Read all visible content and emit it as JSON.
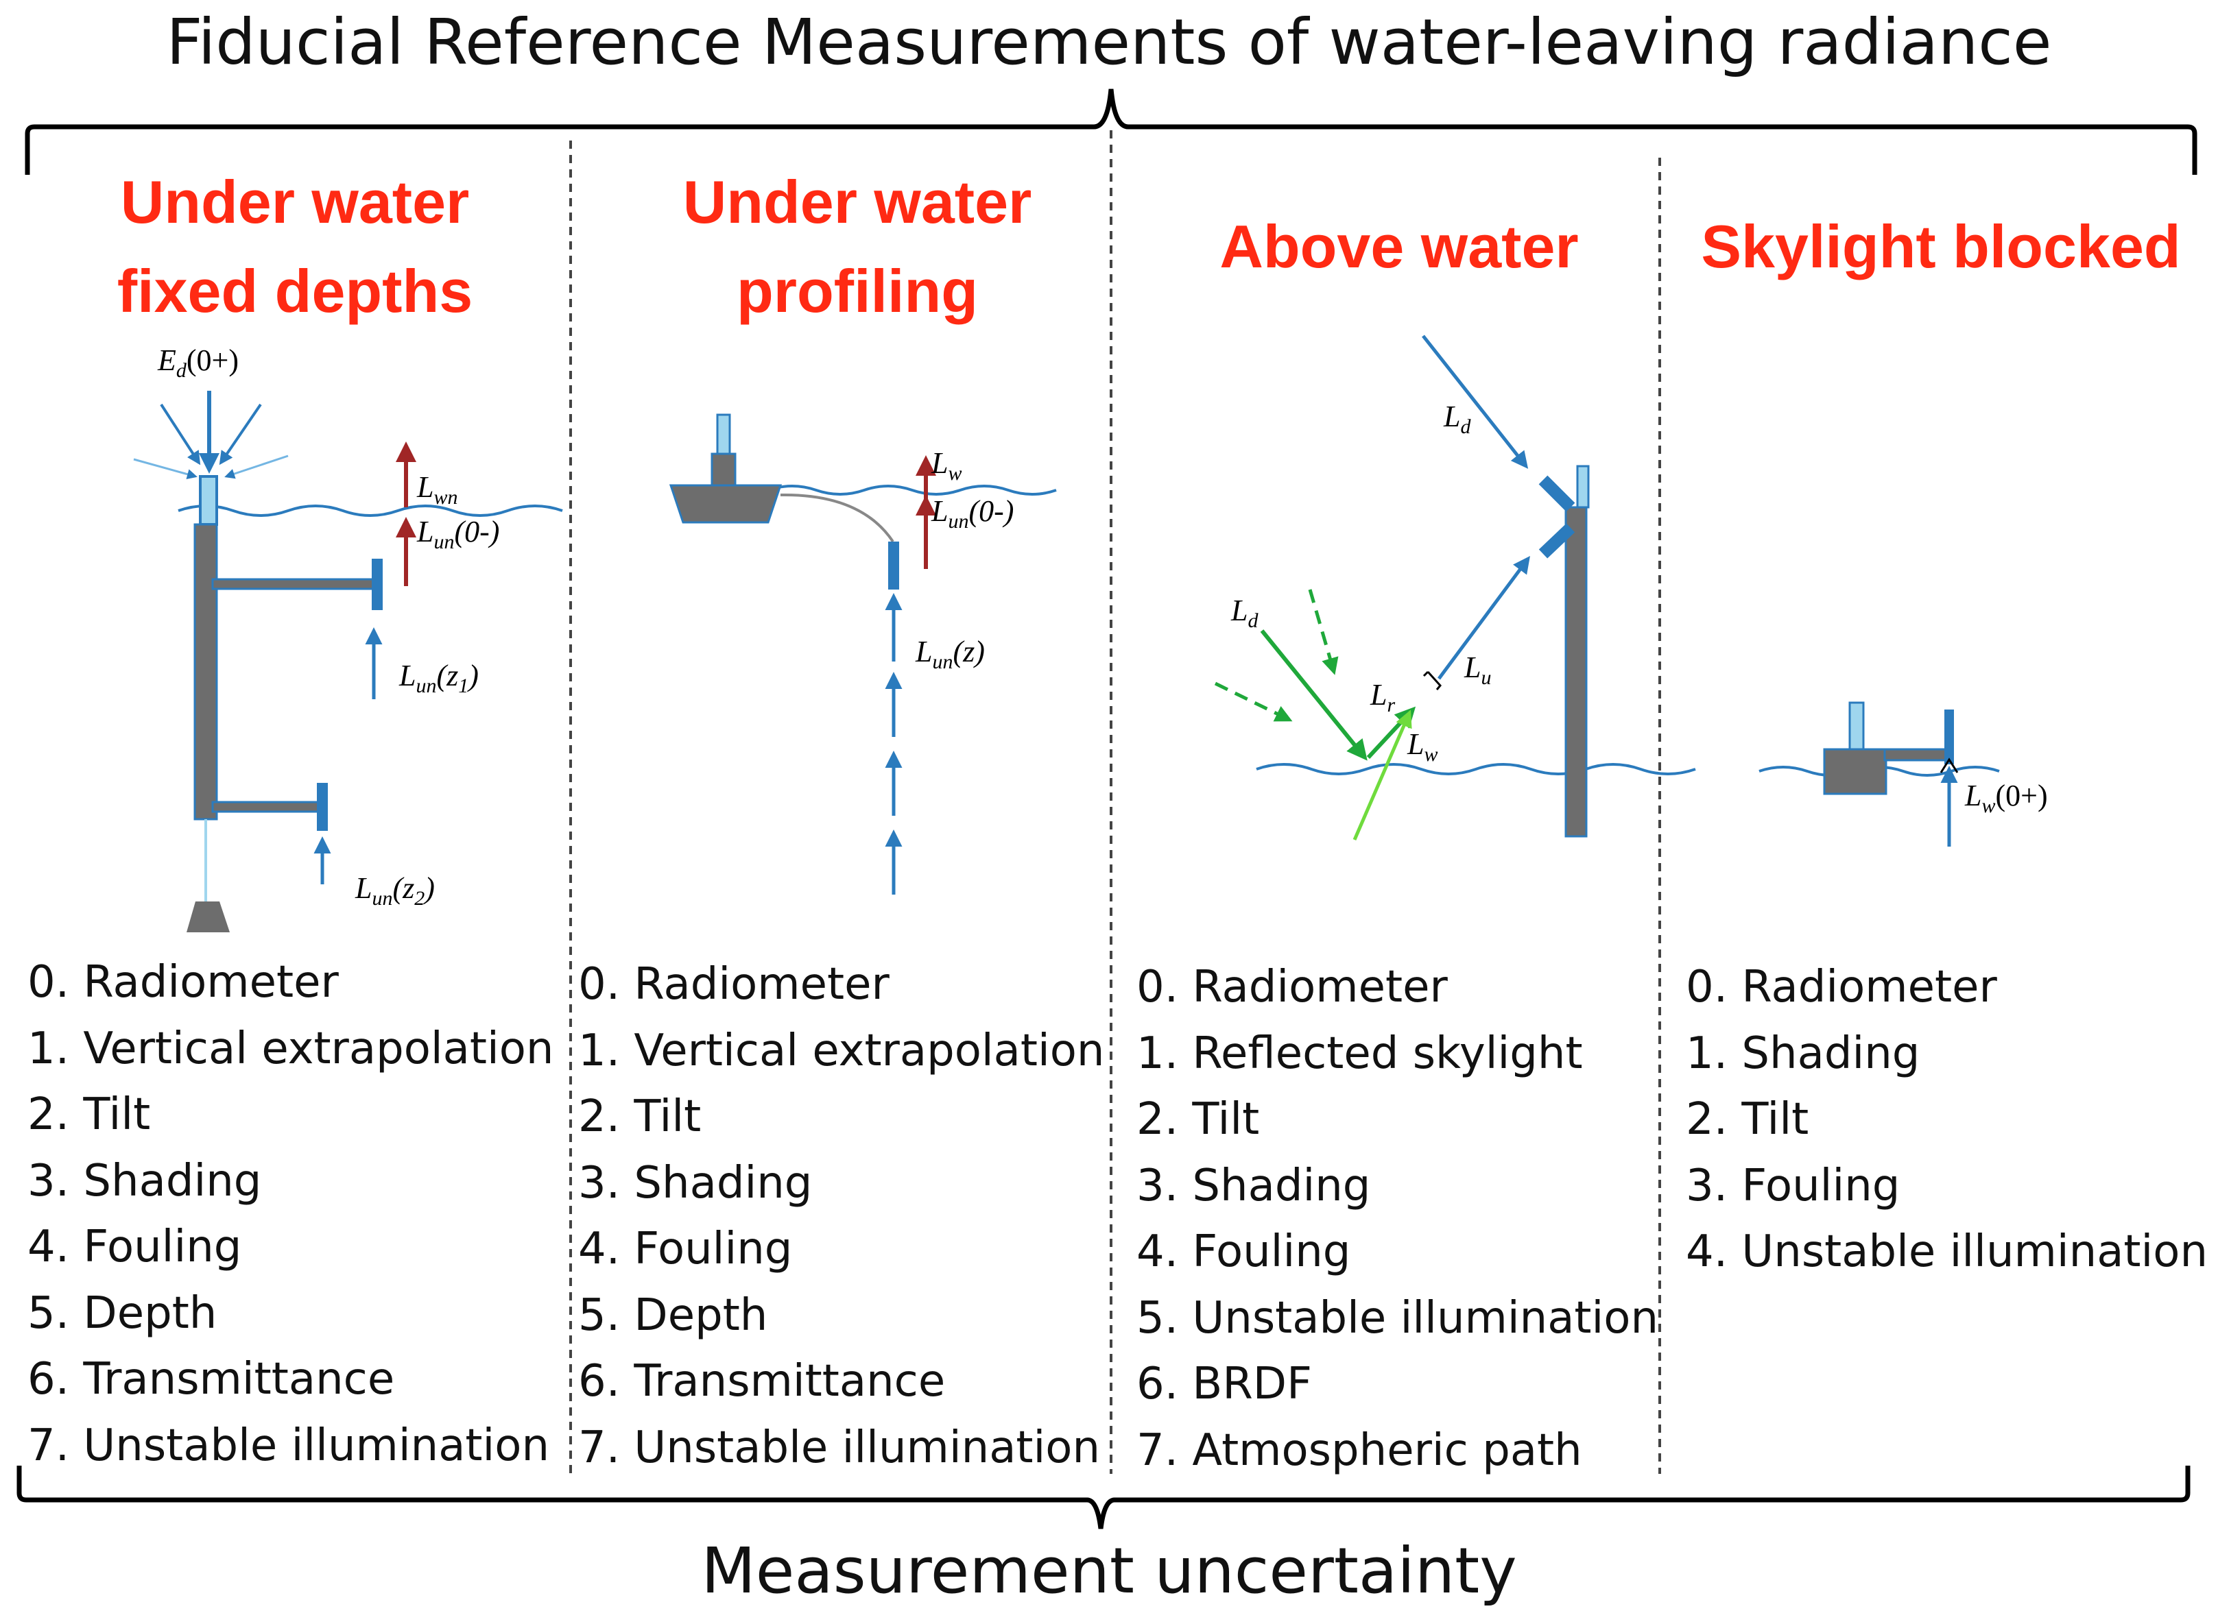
{
  "header": {
    "title": "Fiducial Reference Measurements of water-leaving radiance"
  },
  "footer": {
    "title": "Measurement uncertainty"
  },
  "columns": [
    {
      "title_lines": [
        "Under water",
        "fixed depths"
      ],
      "labels": {
        "ed": "E",
        "ed_sub": "d",
        "ed_suf": "(0+)",
        "lwn": "L",
        "lwn_sub": "wn",
        "lun0": "L",
        "lun0_sub": "un",
        "lun0_suf": "(0-)",
        "lunz1": "L",
        "lunz1_sub": "un",
        "lunz1_suf": "(z",
        "z1_sub": "1",
        "lunz1_close": ")",
        "lunz2": "L",
        "lunz2_sub": "un",
        "lunz2_suf": "(z",
        "z2_sub": "2",
        "lunz2_close": ")"
      },
      "items": [
        "0. Radiometer",
        "1. Vertical extrapolation",
        "2. Tilt",
        "3. Shading",
        "4. Fouling",
        "5. Depth",
        "6. Transmittance",
        "7. Unstable illumination"
      ]
    },
    {
      "title_lines": [
        "Under water",
        "profiling"
      ],
      "labels": {
        "lw": "L",
        "lw_sub": "w",
        "lun0": "L",
        "lun0_sub": "un",
        "lun0_suf": "(0-)",
        "lunz": "L",
        "lunz_sub": "un",
        "lunz_suf": "(z)"
      },
      "items": [
        "0. Radiometer",
        "1. Vertical extrapolation",
        "2. Tilt",
        "3. Shading",
        "4. Fouling",
        "5. Depth",
        "6. Transmittance",
        "7. Unstable illumination"
      ]
    },
    {
      "title_lines": [
        "Above water"
      ],
      "labels": {
        "ld_top": "L",
        "ld_top_sub": "d",
        "ld_left": "L",
        "ld_left_sub": "d",
        "lr": "L",
        "lr_sub": "r",
        "lu": "L",
        "lu_sub": "u",
        "lw": "L",
        "lw_sub": "w"
      },
      "items": [
        "0. Radiometer",
        "1. Reflected skylight",
        "2. Tilt",
        "3. Shading",
        "4. Fouling",
        "5. Unstable illumination",
        "6. BRDF",
        "7. Atmospheric path"
      ]
    },
    {
      "title_lines": [
        "Skylight blocked"
      ],
      "labels": {
        "lw0": "L",
        "lw0_sub": "w",
        "lw0_suf": "(0+)"
      },
      "items": [
        "0. Radiometer",
        "1. Shading",
        "2. Tilt",
        "3. Fouling",
        "4. Unstable illumination"
      ]
    }
  ],
  "colors": {
    "title_red": "#ff2a13",
    "instrument_blue": "#2b7bbd",
    "light_blue": "#9fd6ee",
    "grey": "#6d6d6d",
    "dark_red": "#a02626",
    "green": "#1fa83a",
    "light_green": "#6fdb3d"
  }
}
